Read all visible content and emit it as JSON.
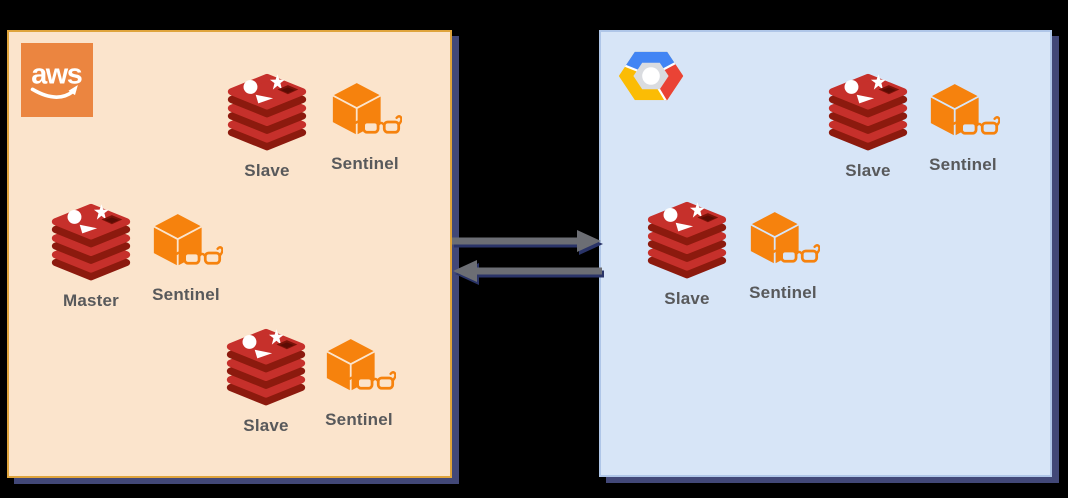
{
  "colors": {
    "aws_bg": "#FBE4CC",
    "aws_border": "#DFA43C",
    "aws_logo": "#EB8540",
    "gcp_bg": "#D7E5F7",
    "gcp_border": "#AFC6E8",
    "shadow": "#424878",
    "arrow": "#6C6E74",
    "arrow_shadow": "#2A3468",
    "label": "#58595B",
    "redis_red": "#C6302B",
    "redis_dark": "#8C1A0E",
    "sentinel_orange": "#F6820D",
    "gcp_blue": "#4285F4",
    "gcp_red": "#EA4335",
    "gcp_yellow": "#FBBC05"
  },
  "aws": {
    "provider_icon": "aws-logo",
    "logo_text": "aws",
    "nodes": [
      {
        "icon": "redis-icon",
        "label": "Slave"
      },
      {
        "icon": "sentinel-icon",
        "label": "Sentinel"
      },
      {
        "icon": "redis-icon",
        "label": "Master"
      },
      {
        "icon": "sentinel-icon",
        "label": "Sentinel"
      },
      {
        "icon": "redis-icon",
        "label": "Slave"
      },
      {
        "icon": "sentinel-icon",
        "label": "Sentinel"
      }
    ]
  },
  "gcp": {
    "provider_icon": "gcp-logo",
    "nodes": [
      {
        "icon": "redis-icon",
        "label": "Slave"
      },
      {
        "icon": "sentinel-icon",
        "label": "Sentinel"
      },
      {
        "icon": "redis-icon",
        "label": "Slave"
      },
      {
        "icon": "sentinel-icon",
        "label": "Sentinel"
      }
    ]
  },
  "arrows": [
    {
      "direction": "left-to-right",
      "from": "aws",
      "to": "gcp"
    },
    {
      "direction": "right-to-left",
      "from": "gcp",
      "to": "aws"
    }
  ]
}
